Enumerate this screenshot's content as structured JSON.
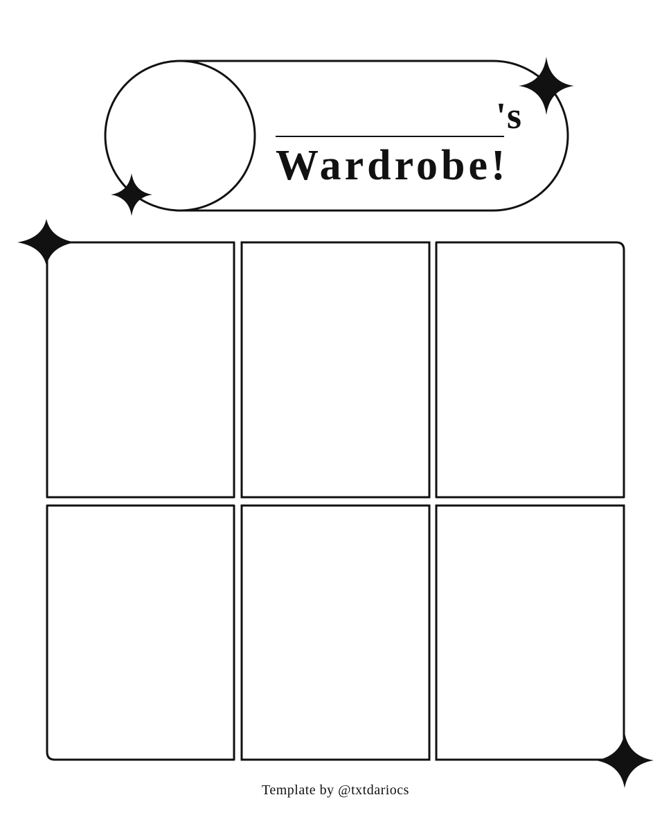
{
  "header": {
    "possessive": "'s",
    "title": "Wardrobe!"
  },
  "footer": {
    "credit": "Template by @txtdariocs"
  },
  "grid": {
    "rows": 2,
    "columns": 3
  },
  "icons": [
    "sparkle-icon"
  ],
  "colors": {
    "stroke": "#111111",
    "background": "#ffffff"
  }
}
